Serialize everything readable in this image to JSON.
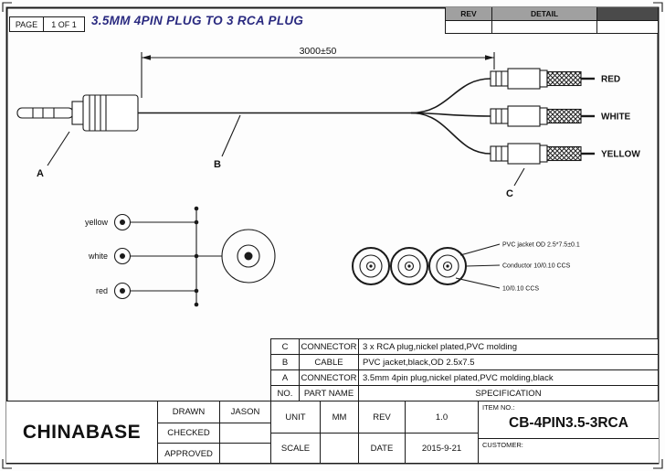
{
  "colors": {
    "line": "#1a1a1a",
    "title_text": "#2a2a80",
    "rev_header_fill": "#a0a0a0",
    "rev_dark_fill": "#4a4a4a"
  },
  "header": {
    "page_label": "PAGE",
    "page_value": "1 OF 1",
    "title": "3.5MM 4PIN PLUG TO 3 RCA PLUG",
    "rev_label": "REV",
    "detail_label": "DETAIL"
  },
  "drawing": {
    "dimension_label": "3000±50",
    "callout_a": "A",
    "callout_b": "B",
    "callout_c": "C",
    "rca_labels": [
      "RED",
      "WHITE",
      "YELLOW"
    ],
    "wire_labels": [
      "yellow",
      "white",
      "red"
    ],
    "section_notes": [
      "PVC jacket OD 2.5*7.5±0.1",
      "Conductor 10/0.10 CCS",
      "10/0.10 CCS"
    ]
  },
  "parts_table": {
    "rows": [
      {
        "no": "C",
        "part": "CONNECTOR",
        "spec": "3 x RCA plug,nickel plated,PVC molding"
      },
      {
        "no": "B",
        "part": "CABLE",
        "spec": "PVC jacket,black,OD 2.5x7.5"
      },
      {
        "no": "A",
        "part": "CONNECTOR",
        "spec": "3.5mm 4pin plug,nickel plated,PVC molding,black"
      }
    ],
    "footer": {
      "no": "NO.",
      "part": "PART NAME",
      "spec": "SPECIFICATION"
    }
  },
  "title_block": {
    "company": "CHINABASE",
    "drawn_label": "DRAWN",
    "drawn_value": "JASON",
    "checked_label": "CHECKED",
    "approved_label": "APPROVED",
    "unit_label": "UNIT",
    "unit_value": "MM",
    "scale_label": "SCALE",
    "rev_label": "REV",
    "rev_value": "1.0",
    "date_label": "DATE",
    "date_value": "2015-9-21",
    "item_no_label": "ITEM NO.:",
    "item_no_value": "CB-4PIN3.5-3RCA",
    "customer_label": "CUSTOMER:"
  }
}
